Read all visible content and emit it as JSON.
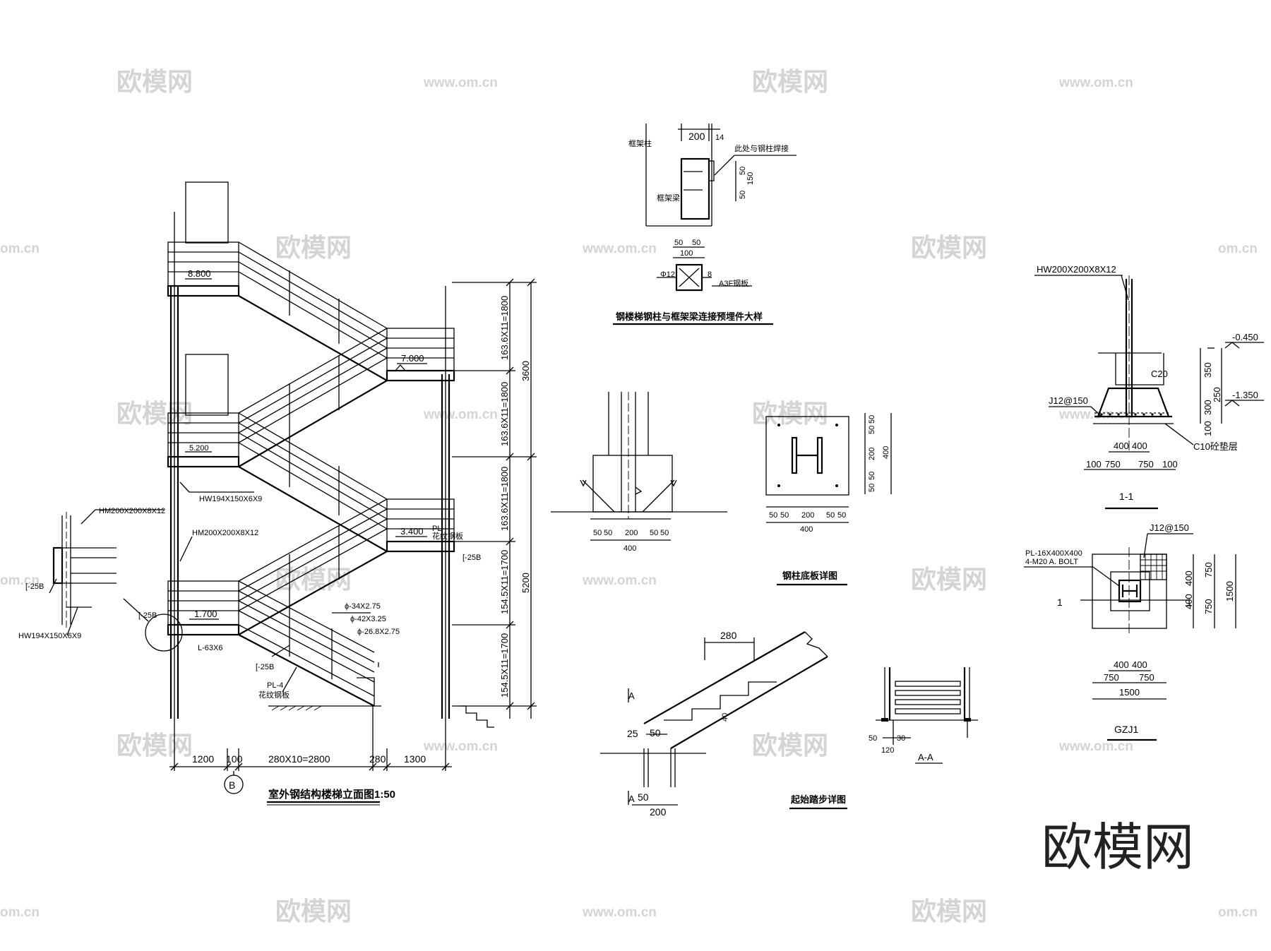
{
  "watermarks": {
    "chinese": "欧模网",
    "url": "www.om.cn",
    "partial_url": "om.cn"
  },
  "brand_logo": "欧模网",
  "elevation": {
    "title": "室外钢结构楼梯立面图1:50",
    "grid_axis": "B",
    "levels": [
      "8.800",
      "7.000",
      "5.200",
      "3.400",
      "1.700"
    ],
    "right_dims_stairs": [
      "163.6X11=1800",
      "163.6X11=1800",
      "163.6X11=1800",
      "154.5X11=1700",
      "154.5X11=1700"
    ],
    "right_dims_total": [
      "3600",
      "5200"
    ],
    "bottom_dims": [
      "1200",
      "100",
      "280X10=2800",
      "280",
      "1300"
    ],
    "labels": {
      "hw_column": "HW194X150X6X9",
      "hm_beam": "HM200X200X8X12",
      "rail_1": "ϕ-34X2.75",
      "rail_2": "ϕ-42X3.25",
      "rail_3": "ϕ-26.8X2.75",
      "channel_1": "[-25B",
      "channel_2": "[-25B",
      "channel_3": "[-25B",
      "angle": "L-63X6",
      "plate": "PL-4",
      "plate_note": "花纹钢板",
      "pl_right": "PL",
      "pl_right_note": "花纹钢板"
    },
    "detail_left": {
      "beam": "HM200X200X8X12",
      "channel": "[-25B",
      "column": "HW194X150X6X9"
    }
  },
  "embed_detail": {
    "title": "钢楼梯钢柱与框架梁连接预埋件大样",
    "frame_column": "框架柱",
    "frame_beam": "框架梁",
    "weld_note": "此处与钢柱焊接",
    "dims_top": [
      "200",
      "14"
    ],
    "dims_side": [
      "50",
      "150",
      "50"
    ],
    "dims_plan": [
      "50",
      "50",
      "100"
    ],
    "bar": "Φ12",
    "weld_size": "8",
    "steel": "A3F钢板"
  },
  "base_plate": {
    "title": "钢柱底板详图",
    "dims_horizontal": [
      "50",
      "50",
      "200",
      "50",
      "50"
    ],
    "dim_total": "400",
    "dims_vertical": [
      "50",
      "50",
      "200",
      "50",
      "50"
    ],
    "dim_total_v": "400"
  },
  "base_elevation": {
    "dims": [
      "50",
      "50",
      "200",
      "50",
      "50"
    ],
    "dim_total": "400"
  },
  "foundation_section": {
    "title": "1-1",
    "column": "HW200X200X8X12",
    "elev_top": "-0.450",
    "elev_bottom": "-1.350",
    "concrete": "C20",
    "rebar": "J12@150",
    "bedding": "C10砼垫层",
    "dims_vertical": [
      "350",
      "250",
      "300",
      "100"
    ],
    "dims_horizontal": [
      "100",
      "750",
      "750",
      "100"
    ],
    "dims_inner": [
      "400",
      "400"
    ]
  },
  "foundation_plan": {
    "title": "GZJ1",
    "rebar": "J12@150",
    "plate": "PL-16X400X400",
    "bolt": "4-M20 A. BOLT",
    "section_mark": "1",
    "dims_vertical": [
      "400",
      "400",
      "750",
      "750"
    ],
    "dim_total_v": "1500",
    "dims_inner": [
      "400",
      "400"
    ],
    "dims_horizontal": [
      "750",
      "750"
    ],
    "dim_total_h": "1500"
  },
  "start_step": {
    "title": "起始踏步详图",
    "section_mark": "A",
    "dims": [
      "280",
      "25",
      "50",
      "40",
      "50",
      "200"
    ]
  },
  "section_aa": {
    "title": "A-A",
    "dims": [
      "50",
      "30",
      "120"
    ]
  }
}
